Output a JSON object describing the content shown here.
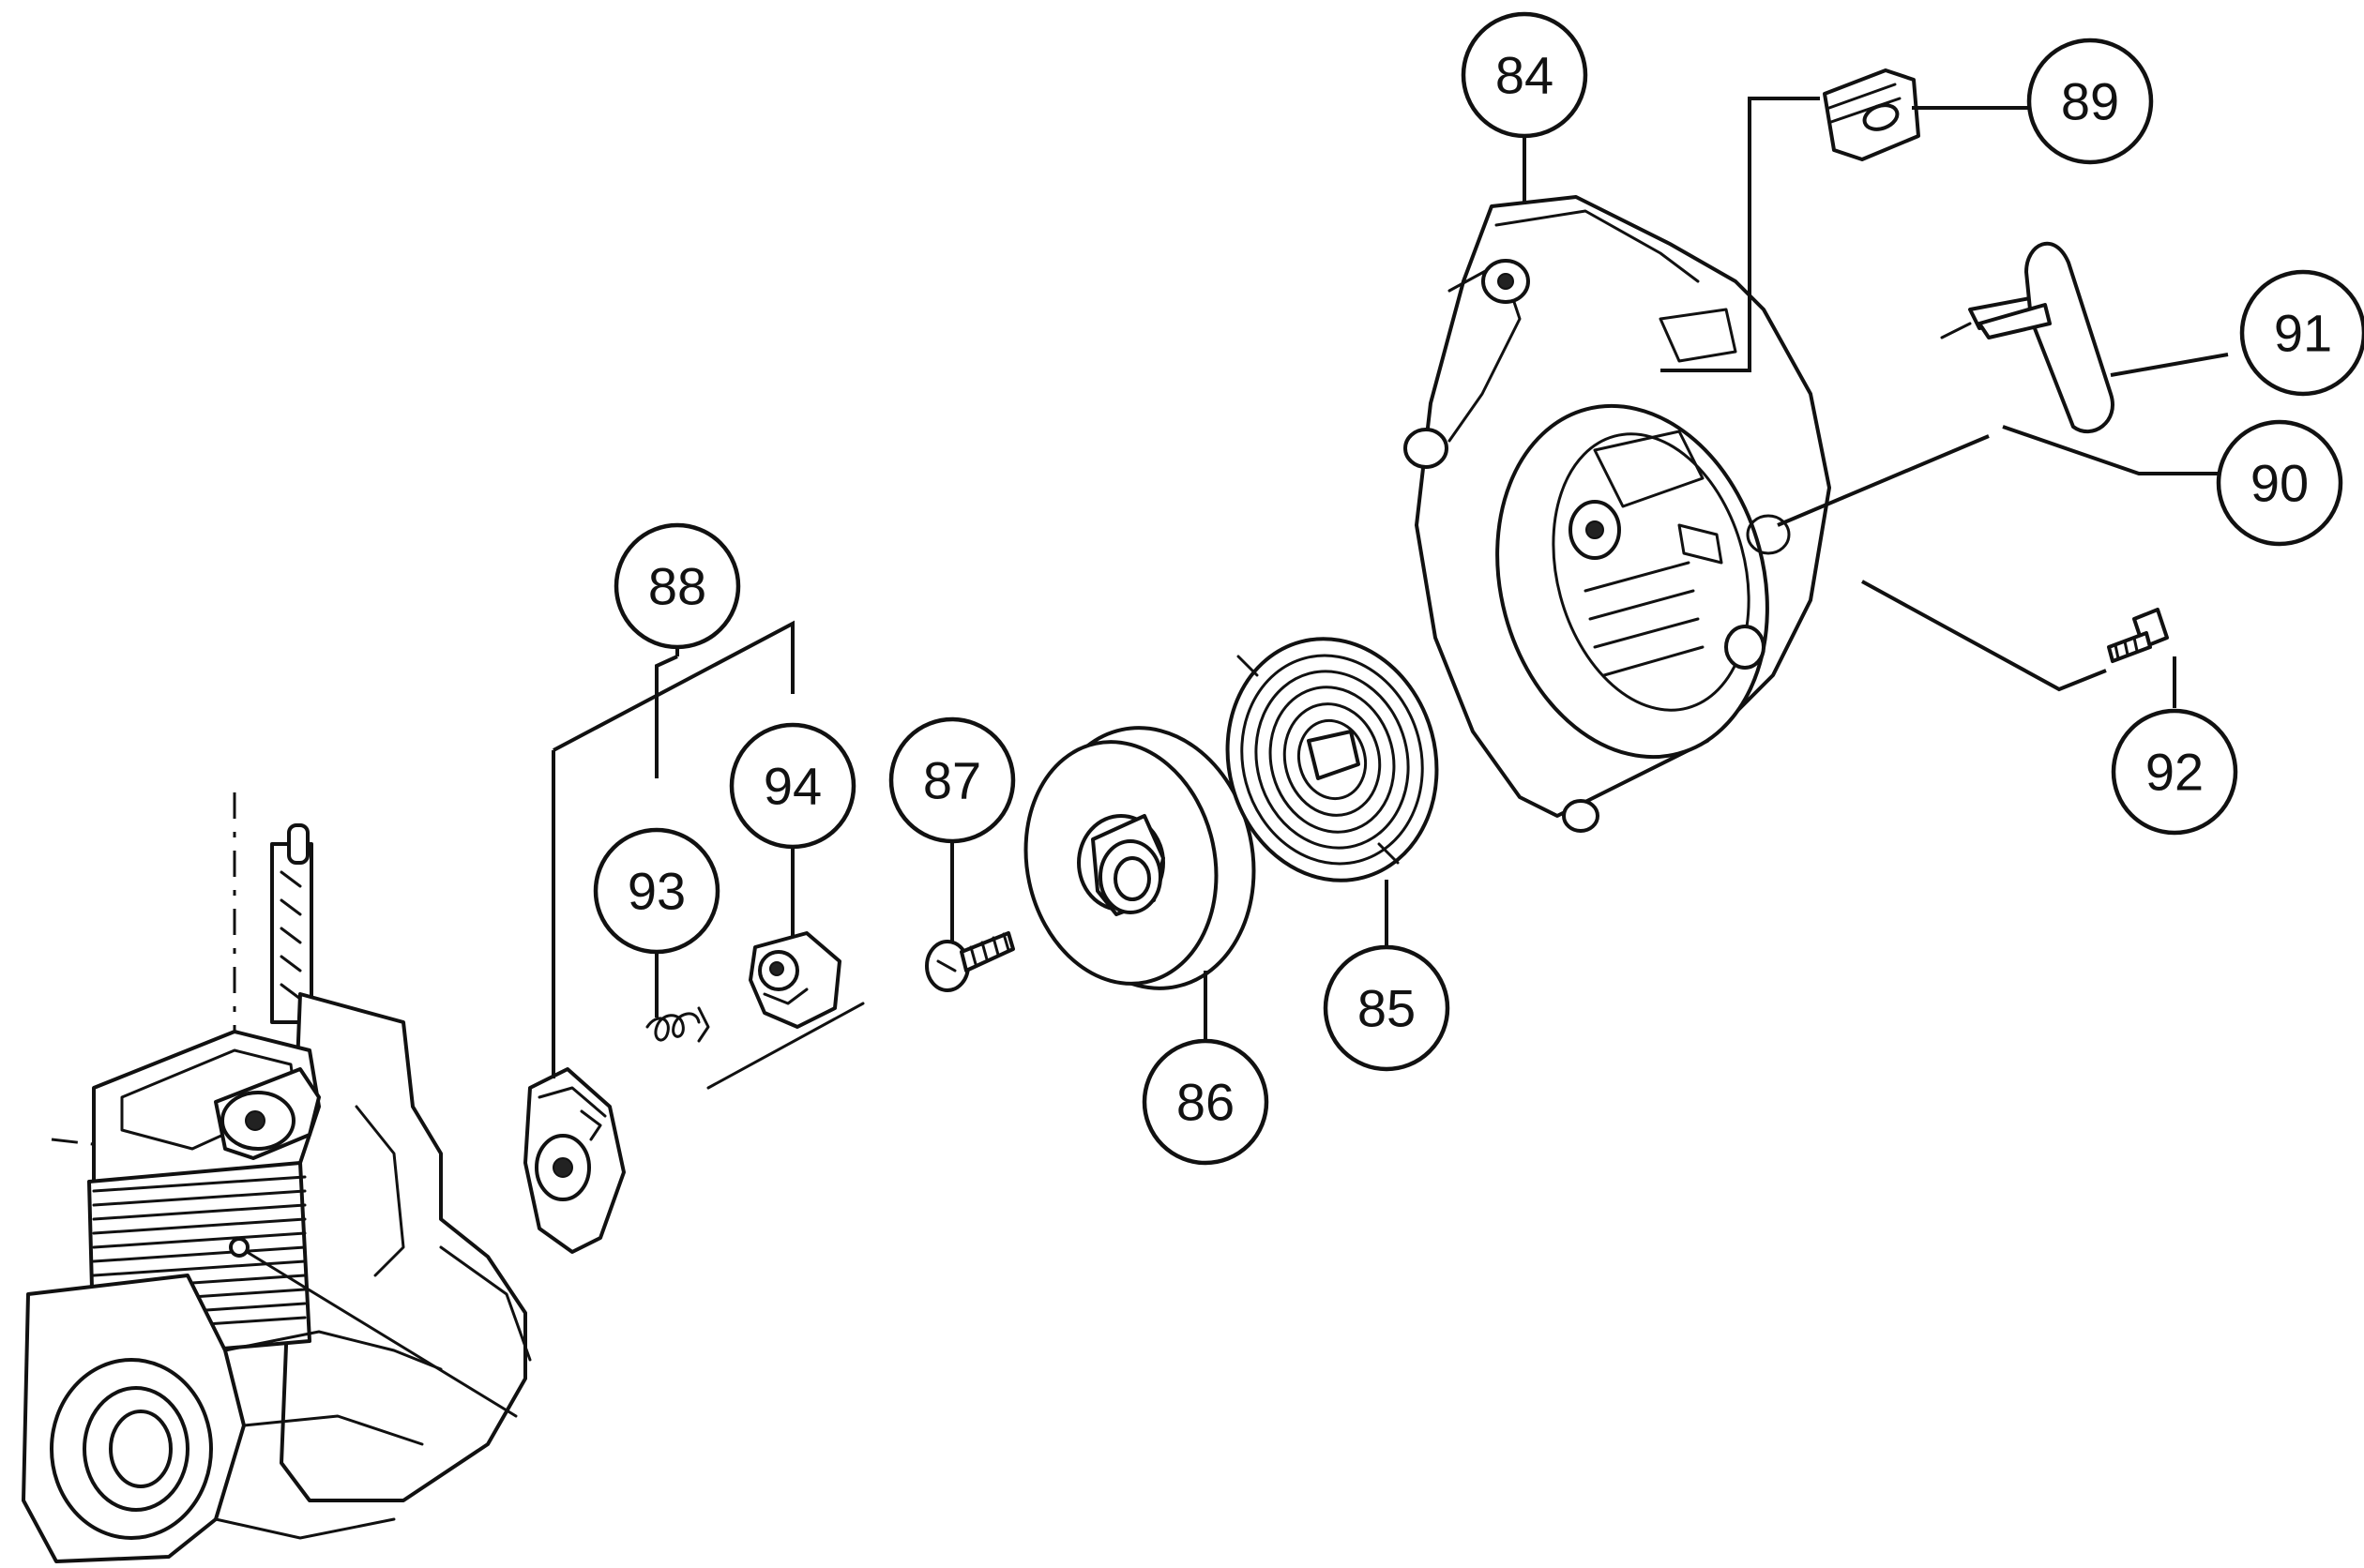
{
  "callouts": {
    "c84": "84",
    "c85": "85",
    "c86": "86",
    "c87": "87",
    "c88": "88",
    "c89": "89",
    "c90": "90",
    "c91": "91",
    "c92": "92",
    "c93": "93",
    "c94": "94"
  }
}
